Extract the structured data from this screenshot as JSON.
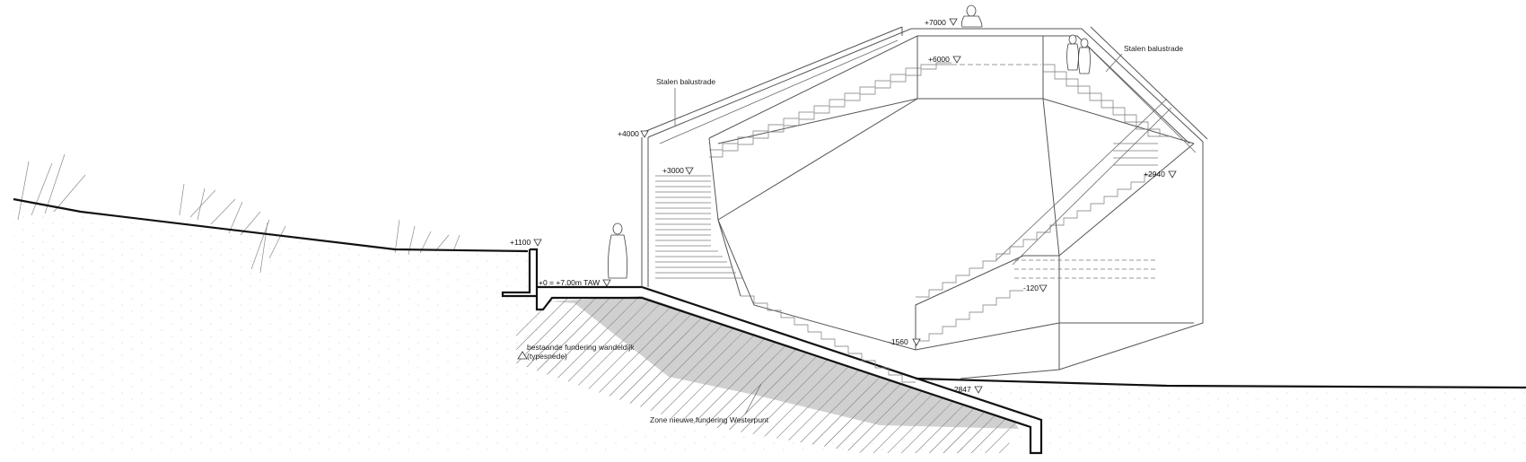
{
  "levels": [
    {
      "id": "7000",
      "label": "+7000"
    },
    {
      "id": "6000",
      "label": "+6000"
    },
    {
      "id": "4000",
      "label": "+4000"
    },
    {
      "id": "3000",
      "label": "+3000"
    },
    {
      "id": "2940",
      "label": "+2940"
    },
    {
      "id": "1100",
      "label": "+1100"
    },
    {
      "id": "0",
      "label": "+0 = +7.00m TAW"
    },
    {
      "id": "-120",
      "label": "-120"
    },
    {
      "id": "-1560",
      "label": "-1560"
    },
    {
      "id": "-2847",
      "label": "-2847"
    }
  ],
  "annotations": {
    "balustrade_left": "Stalen balustrade",
    "balustrade_right": "Stalen balustrade",
    "existing_foundation_line1": "bestaande fundering wandeldijk",
    "existing_foundation_line2": "(typesnede)",
    "new_foundation": "Zone nieuwe fundering Westerpunt"
  },
  "colors": {
    "ink": "#111111",
    "line": "#6a6a6a",
    "fill_gray": "#c8c8c8",
    "ground_dots": "#d0d0d0"
  }
}
